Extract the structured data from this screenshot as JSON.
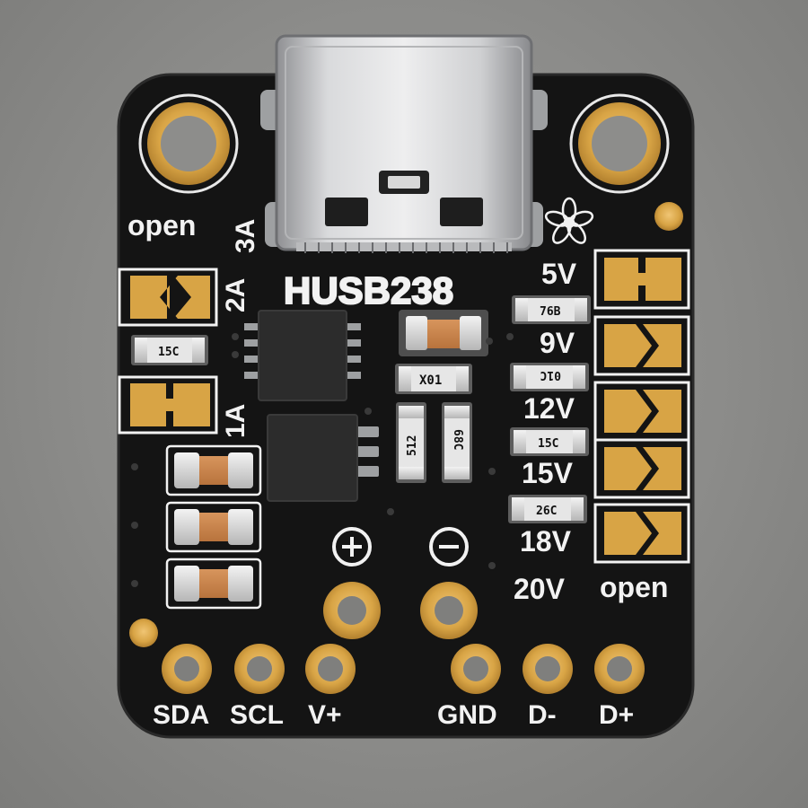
{
  "board": {
    "chip_label": "HUSB238",
    "current_labels": {
      "open": "open",
      "a3": "3A",
      "a2": "2A",
      "a1": "1A"
    },
    "voltage_labels": [
      "5V",
      "9V",
      "12V",
      "15V",
      "18V",
      "20V",
      "open"
    ],
    "polarity": {
      "plus": "plus-symbol",
      "minus": "minus-symbol"
    },
    "pin_labels": [
      "SDA",
      "SCL",
      "V+",
      "GND",
      "D-",
      "D+"
    ],
    "resistor_codes": {
      "r1": "76B",
      "r2": "01C",
      "r3": "15C",
      "r4": "26C",
      "r5": "15C"
    },
    "center_codes": {
      "c1": "X01",
      "c2": "512",
      "c3": "68C"
    },
    "colors": {
      "pcb": "#141414",
      "gold": "#d8a445",
      "silk": "#f2f2f2",
      "background": "#8e8e8c"
    }
  }
}
